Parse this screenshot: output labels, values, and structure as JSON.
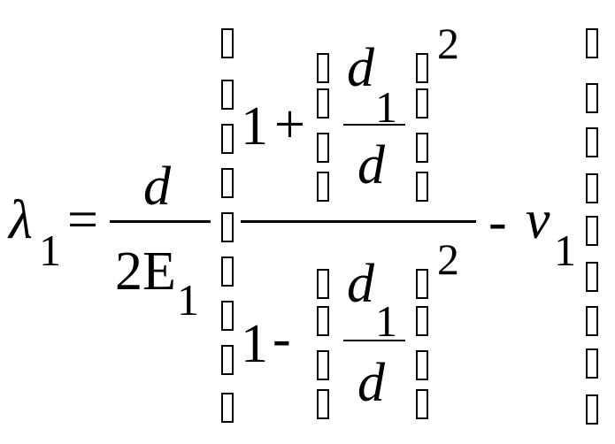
{
  "equation": {
    "lambda": "λ",
    "lambda_sub": "1",
    "equals": "=",
    "frac1_num": "d",
    "frac1_den_a": "2E",
    "frac1_den_sub": "1",
    "upper_one": "1",
    "plus": "+",
    "upper_d": "d",
    "upper_d_sub": "1",
    "upper_den_d": "d",
    "upper_exp": "2",
    "lower_one": "1",
    "minus_lower": "-",
    "lower_d": "d",
    "lower_d_sub": "1",
    "lower_den_d": "d",
    "lower_exp": "2",
    "minus": "-",
    "nu": "ν",
    "nu_sub": "1"
  }
}
